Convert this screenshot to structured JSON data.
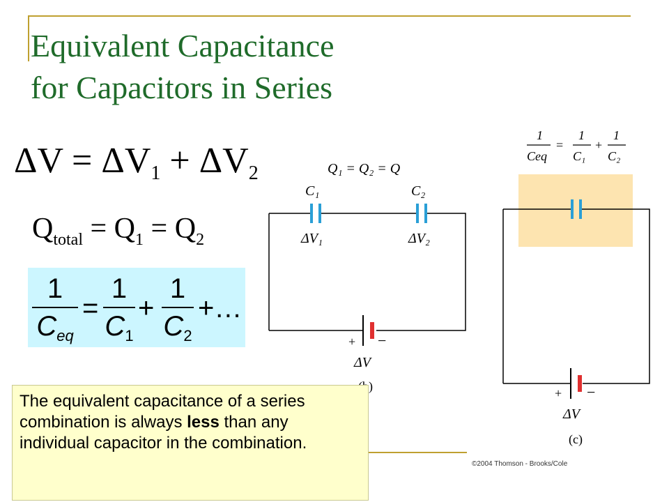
{
  "slide": {
    "title_line1": "Equivalent Capacitance",
    "title_line2": "for Capacitors in Series",
    "eq1": {
      "lhs": "ΔV = ΔV",
      "s1": "1",
      "mid": " + ΔV",
      "s2": "2"
    },
    "eq2": {
      "q": "Q",
      "total": "total",
      "eq1": " = Q",
      "s1": "1",
      "eq2": " = Q",
      "s2": "2"
    },
    "eq3": {
      "one": "1",
      "C": "C",
      "eq": "eq",
      "sub1": "1",
      "sub2": "2",
      "equals": "=",
      "plus": "+",
      "ellipsis": "+…"
    },
    "note": {
      "text_before": "The equivalent capacitance of a series combination is always ",
      "bold": "less",
      "text_after": " than any individual capacitor in the combination."
    },
    "colors": {
      "title": "#1f6b2a",
      "rule": "#bfa030",
      "formula_box": "#ccf6ff",
      "note_box": "#ffffcc",
      "highlight": "#fde4b0",
      "capacitor": "#2a9fd6",
      "battery_pos": "#e03030"
    }
  },
  "figure_b": {
    "charge_label": "Q₁ = Q₂ = Q",
    "c1": "C₁",
    "c2": "C₂",
    "dv1": "ΔV₁",
    "dv2": "ΔV₂",
    "plus": "+",
    "minus": "−",
    "dv": "ΔV",
    "caption": "(b)"
  },
  "figure_c": {
    "one": "1",
    "ceq": "Ceq",
    "c1": "C₁",
    "c2": "C₂",
    "equals": "=",
    "plus": "+",
    "plus_sign": "+",
    "minus": "−",
    "dv": "ΔV",
    "caption": "(c)"
  },
  "copyright": "©2004 Thomson - Brooks/Cole"
}
